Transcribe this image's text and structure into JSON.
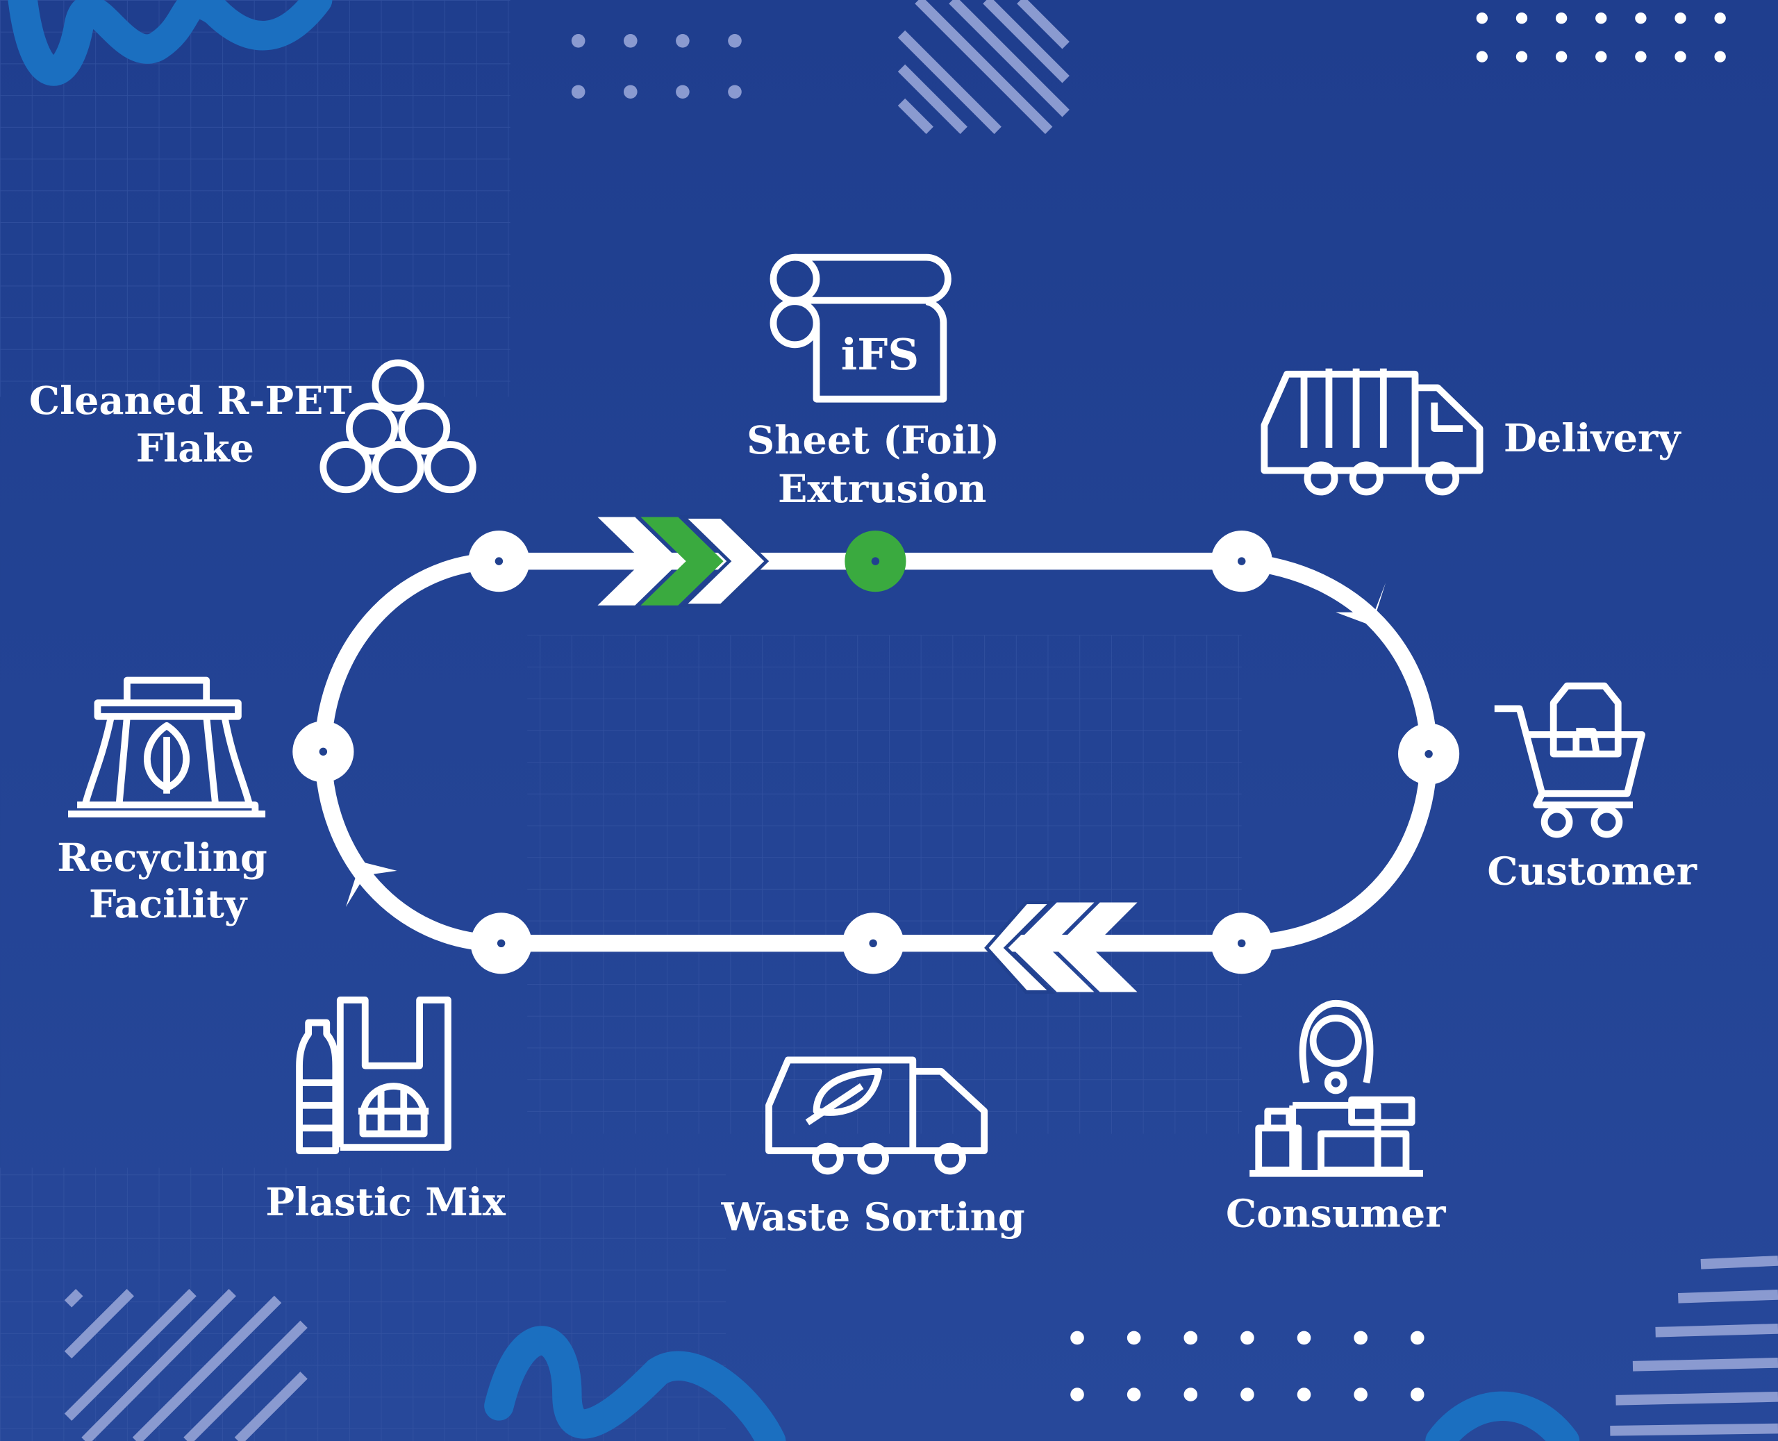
{
  "diagram": {
    "title_logo": "iFS",
    "steps": [
      {
        "id": "extrusion",
        "label_lines": [
          "Sheet (Foil)",
          "Extrusion"
        ],
        "icon": "foil-roll-icon",
        "active": true
      },
      {
        "id": "delivery",
        "label_lines": [
          "Delivery"
        ],
        "icon": "truck-icon"
      },
      {
        "id": "customer",
        "label_lines": [
          "Customer"
        ],
        "icon": "shopping-cart-icon"
      },
      {
        "id": "consumer",
        "label_lines": [
          "Consumer"
        ],
        "icon": "cashier-icon"
      },
      {
        "id": "waste_sorting",
        "label_lines": [
          "Waste Sorting"
        ],
        "icon": "eco-truck-icon"
      },
      {
        "id": "plastic_mix",
        "label_lines": [
          "Plastic Mix"
        ],
        "icon": "plastic-bag-bottle-icon"
      },
      {
        "id": "recycling",
        "label_lines": [
          "Recycling",
          "Facility"
        ],
        "icon": "recycling-plant-icon"
      },
      {
        "id": "flake",
        "label_lines": [
          "Cleaned R-PET",
          "Flake"
        ],
        "icon": "pellets-icon"
      }
    ],
    "colors": {
      "background": "#21418f",
      "accent": "#3aaa3f",
      "line": "#ffffff"
    }
  }
}
